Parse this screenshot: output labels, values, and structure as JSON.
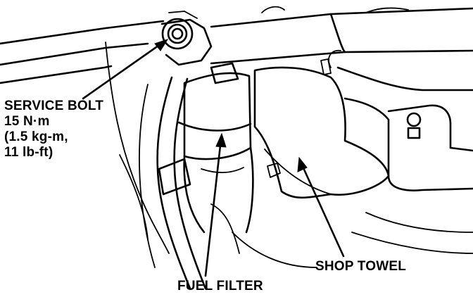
{
  "labels": {
    "service_bolt": {
      "title": "SERVICE BOLT",
      "torque_nm": "15 N·m",
      "torque_kgm": "(1.5 kg-m,",
      "torque_lbft": "11 lb-ft)"
    },
    "fuel_filter": "FUEL FILTER",
    "shop_towel": "SHOP TOWEL"
  }
}
